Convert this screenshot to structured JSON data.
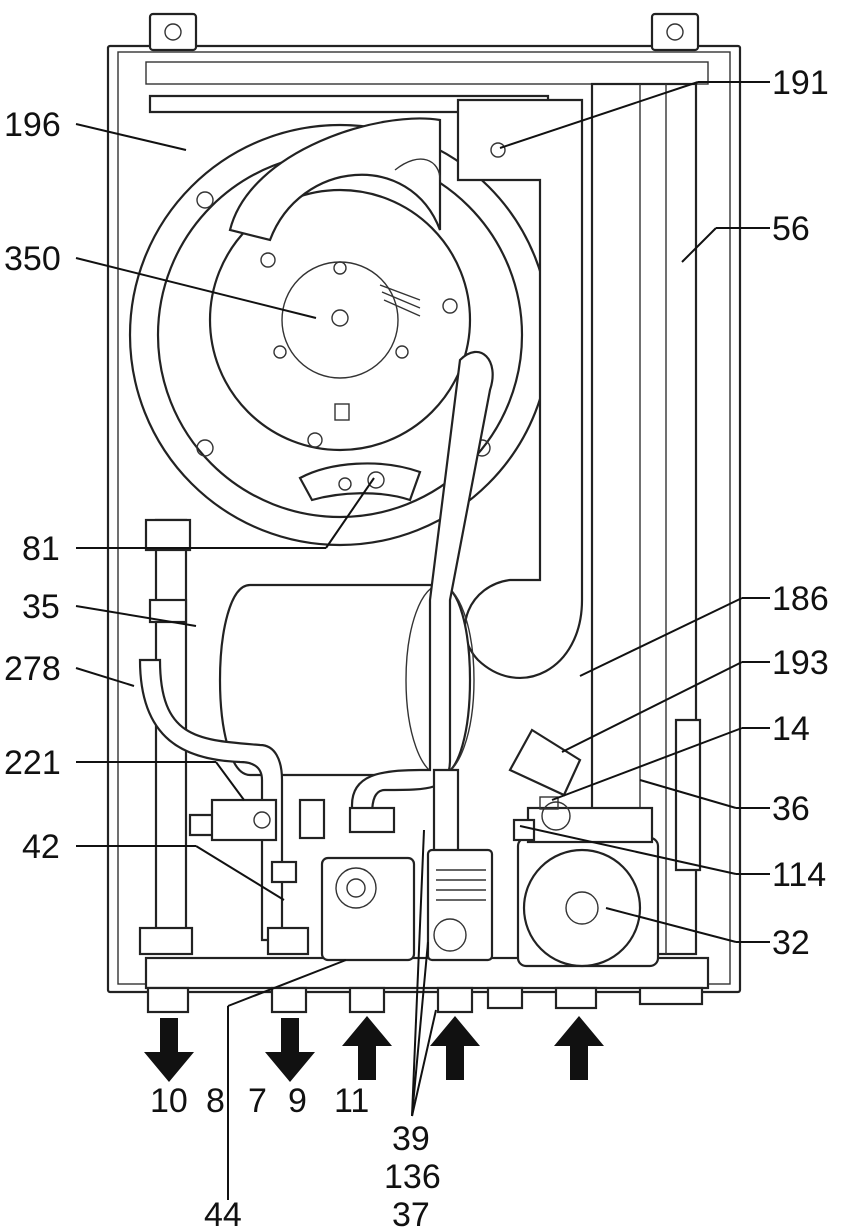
{
  "diagram": {
    "labels": {
      "l196": "196",
      "l350": "350",
      "l81": "81",
      "l35": "35",
      "l278": "278",
      "l221": "221",
      "l42": "42",
      "l191": "191",
      "l56": "56",
      "l186": "186",
      "l193": "193",
      "l14": "14",
      "l36": "36",
      "l114": "114",
      "l32": "32",
      "l10": "10",
      "l8": "8",
      "l7": "7",
      "l9": "9",
      "l11": "11",
      "l39": "39",
      "l136": "136",
      "l37": "37",
      "l44": "44"
    },
    "colors": {
      "line": "#111111",
      "panel": "#e6e6e6",
      "background": "#ffffff"
    }
  }
}
